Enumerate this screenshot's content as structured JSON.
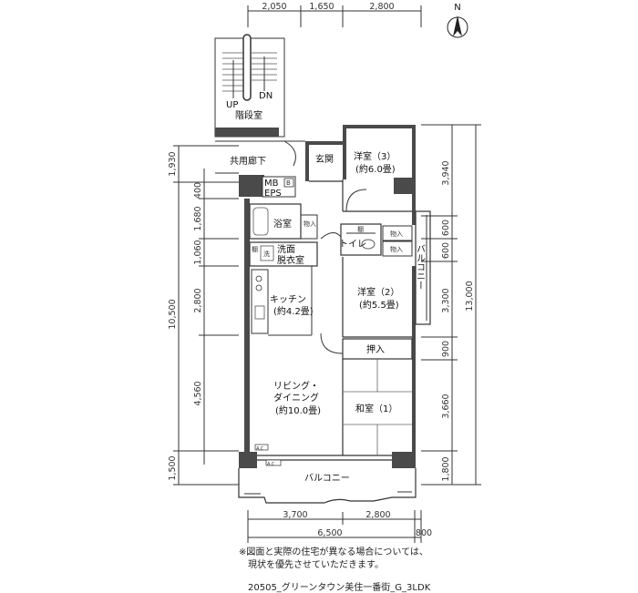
{
  "compass": {
    "label": "N"
  },
  "dims_top": [
    "2,050",
    "1,650",
    "2,800"
  ],
  "dims_bottom_row1": [
    "3,700",
    "2,800"
  ],
  "dims_bottom_row2": [
    "6,500",
    "800"
  ],
  "dims_left": [
    "1,930",
    "400",
    "1,680",
    "1,060",
    "2,800",
    "10,500",
    "4,560",
    "1,500"
  ],
  "dims_right_inner": [
    "3,940",
    "600",
    "600",
    "3,300",
    "900",
    "3,660",
    "1,800"
  ],
  "dims_right_outer": [
    "13,000"
  ],
  "rooms": {
    "stair_up": "UP",
    "stair_dn": "DN",
    "stairwell": "階段室",
    "corridor": "共用廊下",
    "entrance": "玄関",
    "western3_name": "洋室（3）",
    "western3_size": "(約6.0畳)",
    "mb": "MB",
    "eps": "EPS",
    "mb_b": "B",
    "bath": "浴室",
    "storage1": "物入",
    "storage2": "物入",
    "storage3": "物入",
    "shelf": "棚",
    "toilet": "トイレ",
    "washer": "洗",
    "shelf2": "棚",
    "washroom1": "洗面",
    "washroom2": "脱衣室",
    "kitchen_name": "キッチン",
    "kitchen_size": "(約4.2畳)",
    "western2_name": "洋室（2）",
    "western2_size": "(約5.5畳)",
    "closet": "押入",
    "living1": "リビング・",
    "living2": "ダイニング",
    "living_size": "(約10.0畳)",
    "japanese": "和室（1）",
    "balcony_side": "バルコニー",
    "balcony_bottom": "バルコニー",
    "ac1": "A.C",
    "ac2": "A.C"
  },
  "notes": [
    "※図面と実際の住宅が異なる場合については、",
    "現状を優先させていただきます。"
  ],
  "plan_code": "20505_グリーンタウン美住一番街_G_3LDK"
}
